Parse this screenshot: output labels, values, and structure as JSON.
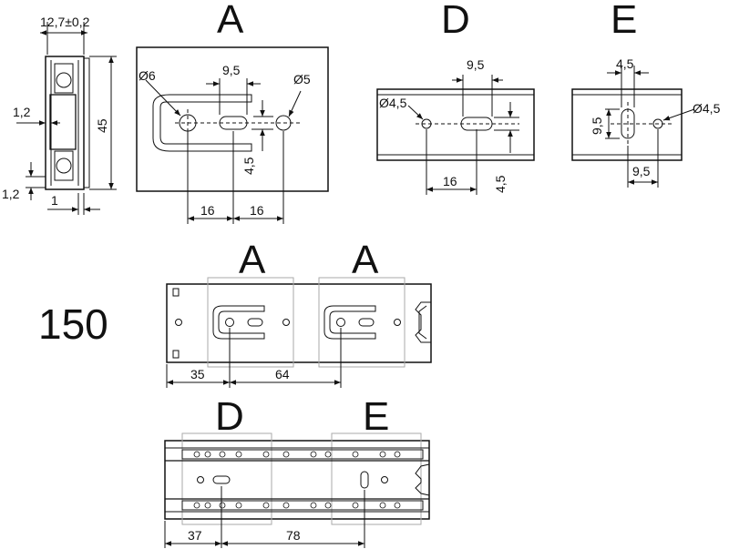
{
  "views": {
    "section": {
      "dim_top": "12,7±0,2",
      "dim_height": "45",
      "dim_side": "1,2",
      "dim_bottom": "1,2",
      "dim_base": "1"
    },
    "detail_a": {
      "letter": "A",
      "dia_big": "Ø6",
      "dia_small": "Ø5",
      "slot_width": "9,5",
      "offset_v": "4,5",
      "dim_left": "16",
      "dim_right": "16"
    },
    "detail_d": {
      "letter": "D",
      "dia": "Ø4,5",
      "slot_width": "9,5",
      "dim_bottom": "16",
      "offset_v": "4,5"
    },
    "detail_e": {
      "letter": "E",
      "dia": "Ø4,5",
      "dim_top": "4,5",
      "dim_left": "9,5",
      "dim_bottom": "9,5"
    }
  },
  "length_label": "150",
  "assembly_top": {
    "label_a1": "A",
    "label_a2": "A",
    "dim_1": "35",
    "dim_2": "64"
  },
  "assembly_bottom": {
    "label_d": "D",
    "label_e": "E",
    "dim_1": "37",
    "dim_2": "78"
  }
}
